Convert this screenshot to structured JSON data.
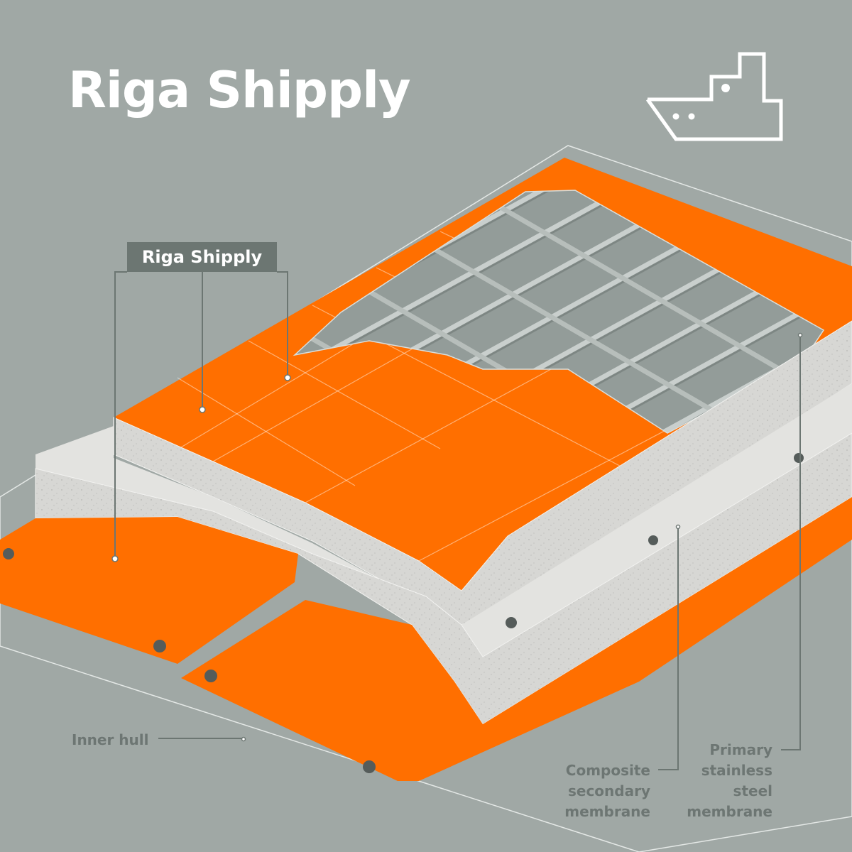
{
  "title": "Riga Shipply",
  "tag_label": "Riga Shipply",
  "labels": {
    "inner_hull": "Inner hull",
    "secondary_membrane": "Composite\nsecondary\nmembrane",
    "primary_membrane": "Primary\nstainless\nsteel\nmembrane"
  },
  "icons": {
    "brand": "ship-icon"
  },
  "colors": {
    "background": "#a0a8a5",
    "plywood": "#ff6f00",
    "foam": "#d8d8d6",
    "steel": "#8f9996",
    "tag": "#6c7672",
    "label_text": "#6d7673",
    "title_text": "#ffffff"
  }
}
